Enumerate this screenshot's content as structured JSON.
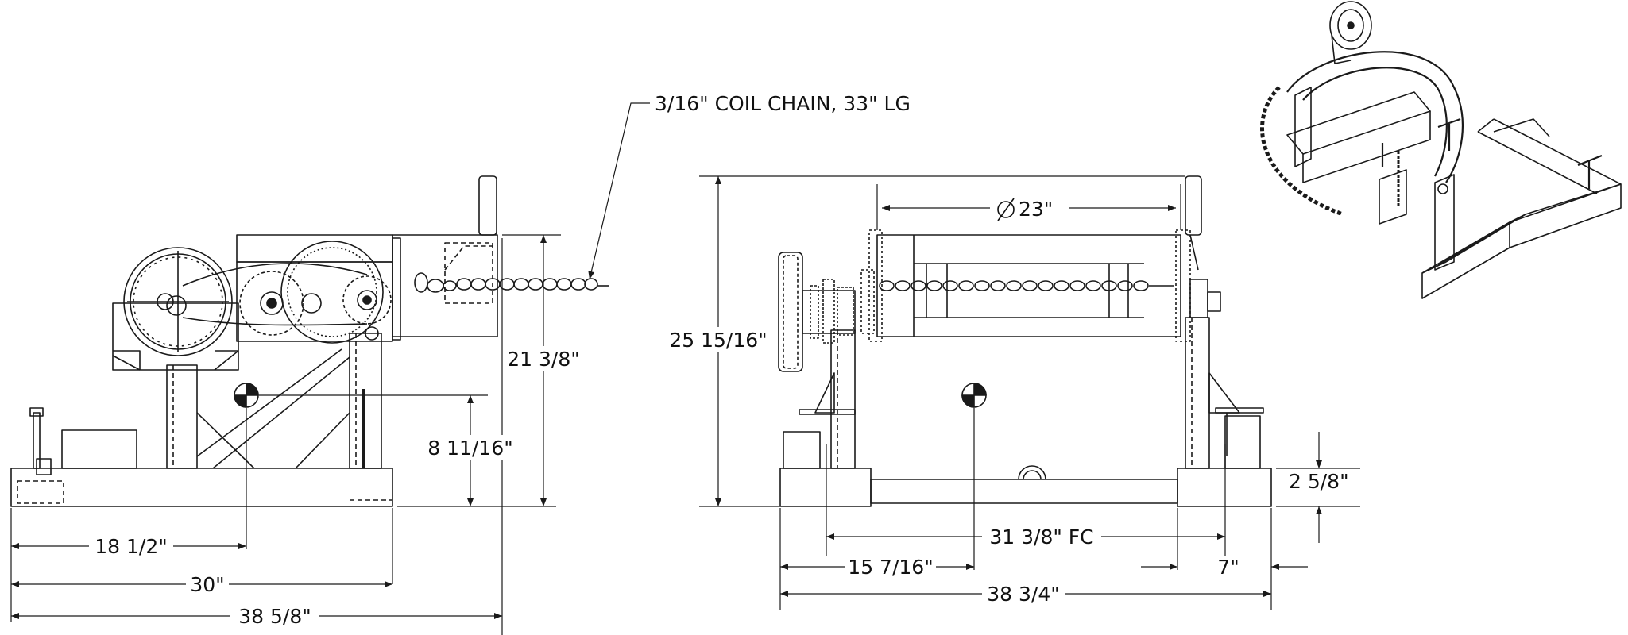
{
  "annotations": {
    "chain_callout": "3/16\" COIL CHAIN, 33\" LG"
  },
  "side_view": {
    "cg_horizontal": "18 1/2\"",
    "base_length": "30\"",
    "overall_length": "38 5/8\"",
    "cg_height": "8 11/16\"",
    "overall_height": "21 3/8\""
  },
  "front_view": {
    "drum_diameter": "23\"",
    "overall_height": "25 15/16\"",
    "base_height": "2 5/8\"",
    "fork_centers": "31 3/8\" FC",
    "cg_horizontal": "15 7/16\"",
    "fork_width": "7\"",
    "overall_width": "38 3/4\""
  },
  "colors": {
    "line": "#1a1a1a",
    "background": "#ffffff"
  }
}
